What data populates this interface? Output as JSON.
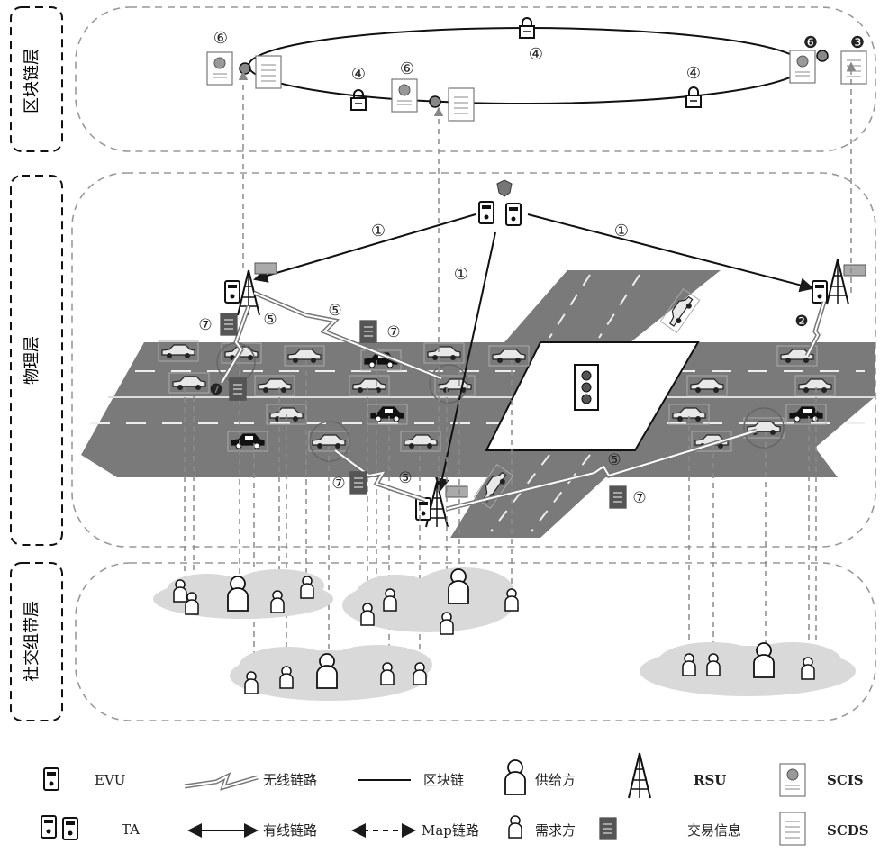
{
  "layers": {
    "blockchain": "区块链层",
    "physical": "物理层",
    "social": "社交组带层"
  },
  "markers": {
    "m1": "①",
    "m2": "❷",
    "m3": "❸",
    "m4": "④",
    "m5": "⑤",
    "m6": "⑥",
    "m6b": "❻",
    "m7": "⑦",
    "m7b": "❼"
  },
  "legend": {
    "evu": "EVU",
    "ta": "TA",
    "wireless": "无线链路",
    "wired": "有线链路",
    "blockchain": "区块链",
    "map": "Map链路",
    "supplier": "供给方",
    "demander": "需求方",
    "rsu": "RSU",
    "trade_info": "交易信息",
    "scis": "SCIS",
    "scds": "SCDS"
  },
  "colors": {
    "road": "#7a7a7a",
    "cloud": "#d9d9d9",
    "dash": "#9a9a9a",
    "dark": "#1a1a1a"
  }
}
